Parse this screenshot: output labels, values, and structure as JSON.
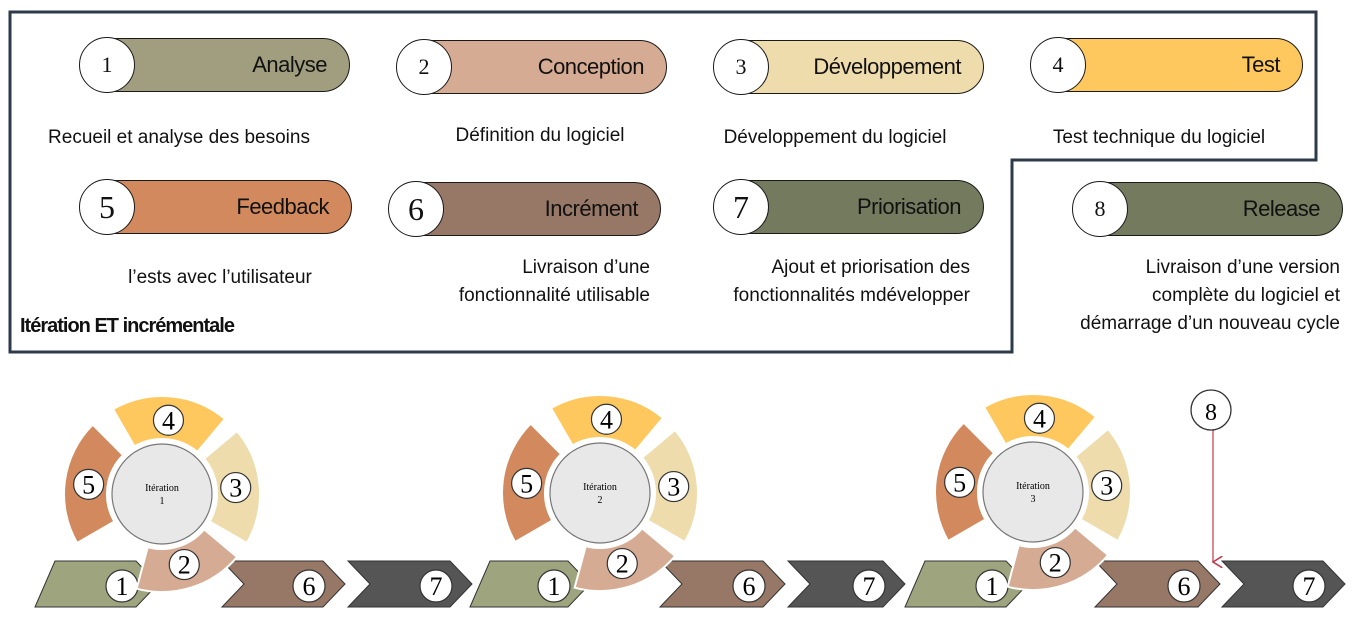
{
  "frame_title": "Itération ET incrémentale",
  "steps": [
    {
      "num": "1",
      "label": "Analyse",
      "desc": [
        "Recueil et analyse des besoins"
      ],
      "color": "#a09e7e"
    },
    {
      "num": "2",
      "label": "Conception",
      "desc": [
        "Définition du logiciel"
      ],
      "color": "#d6ab93"
    },
    {
      "num": "3",
      "label": "Développement",
      "desc": [
        "Développement du logiciel"
      ],
      "color": "#efdcad"
    },
    {
      "num": "4",
      "label": "Test",
      "desc": [
        "Test technique du logiciel"
      ],
      "color": "#ffc85e"
    },
    {
      "num": "5",
      "label": "Feedback",
      "desc": [
        "l’ests avec l’utilisateur"
      ],
      "color": "#d2895d"
    },
    {
      "num": "6",
      "label": "Incrément",
      "desc": [
        "Livraison d’une",
        "fonctionnalité utilisable"
      ],
      "color": "#977867"
    },
    {
      "num": "7",
      "label": "Priorisation",
      "desc": [
        "Ajout et priorisation des",
        "fonctionnalités mdévelopper"
      ],
      "color": "#737a5e"
    },
    {
      "num": "8",
      "label": "Release",
      "desc": [
        "Livraison d’une version",
        "complète du logiciel et",
        "démarrage d’un nouveau cycle"
      ],
      "color": "#737a5e"
    }
  ],
  "iterations": [
    {
      "label": "Itération",
      "num": "1"
    },
    {
      "label": "Itération",
      "num": "2"
    },
    {
      "label": "Itération",
      "num": "3"
    }
  ],
  "arrow_colors": {
    "1": "#9da47e",
    "6": "#977867",
    "7": "#555555"
  },
  "release_marker": "8"
}
